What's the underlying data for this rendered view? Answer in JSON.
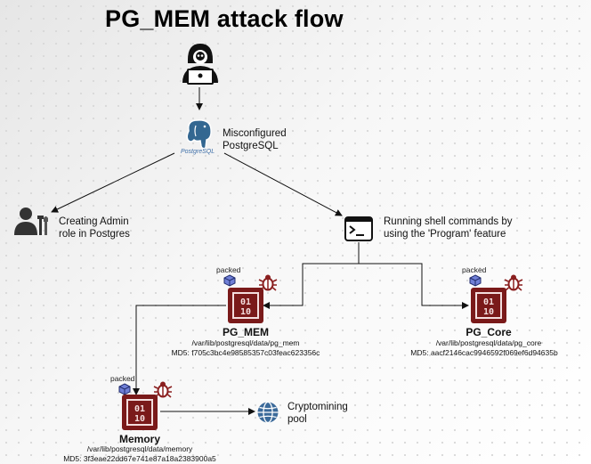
{
  "title": "PG_MEM attack flow",
  "nodes": {
    "postgres": {
      "label_line1": "Misconfigured",
      "label_line2": "PostgreSQL",
      "logo_text": "PostgreSQL"
    },
    "admin": {
      "label_line1": "Creating Admin",
      "label_line2": "role in Postgres"
    },
    "shell": {
      "label_line1": "Running shell commands by",
      "label_line2": "using the 'Program' feature"
    },
    "pg_mem": {
      "name": "PG_MEM",
      "badge": "packed",
      "path": "/var/lib/postgresql/data/pg_mem",
      "md5": "MD5: f705c3bc4e98585357c03feac623356c"
    },
    "pg_core": {
      "name": "PG_Core",
      "badge": "packed",
      "path": "/var/lib/postgresql/data/pg_core",
      "md5": "MD5: aacf2146cac9946592f069ef6d94635b"
    },
    "memory": {
      "name": "Memory",
      "badge": "packed",
      "path": "/var/lib/postgresql/data/memory",
      "md5": "MD5: 3f3eae22dd67e741e87a18a2383900a5"
    },
    "pool": {
      "label_line1": "Cryptomining",
      "label_line2": "pool"
    }
  },
  "icons": {
    "hacker": "hacker-icon",
    "postgres": "postgresql-elephant-icon",
    "admin": "admin-user-icon",
    "terminal": "terminal-icon",
    "binary": "binary-file-icon",
    "bug": "bug-icon",
    "package": "package-cube-icon",
    "globe": "globe-icon"
  },
  "colors": {
    "binary_box": "#7a1a1a",
    "bug": "#8a1f1f",
    "cube": "#6f7fd6",
    "postgres_blue": "#336791",
    "globe": "#3b6a9a",
    "line": "#111111"
  }
}
